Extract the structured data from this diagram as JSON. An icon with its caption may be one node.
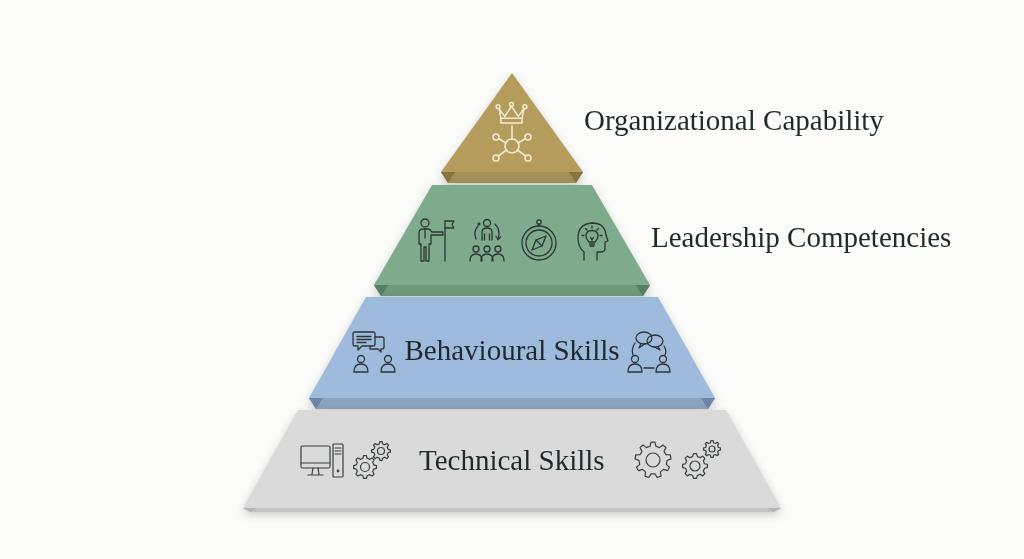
{
  "diagram": {
    "nodes": [
      {
        "text": [
          "Organizational Capability"
        ]
      },
      {
        "text": [
          "Leadership Competencies"
        ]
      },
      {
        "text": [
          "Behavioural Skills"
        ]
      },
      {
        "text": [
          "Technical Skills"
        ]
      }
    ]
  }
}
